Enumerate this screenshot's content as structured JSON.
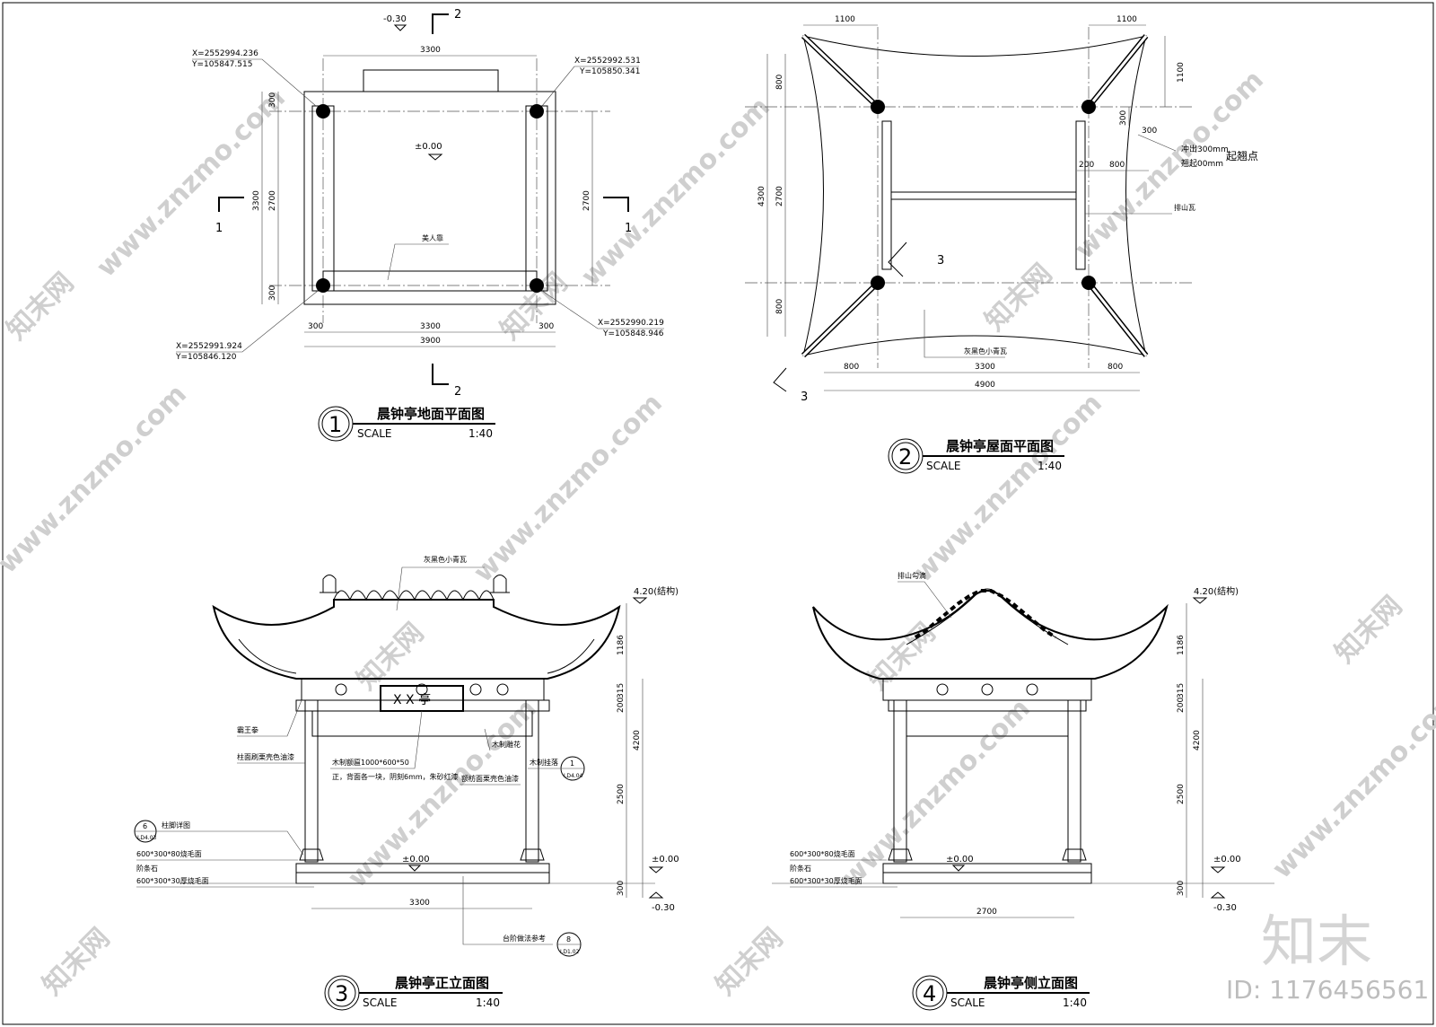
{
  "drawings": [
    {
      "number": "1",
      "title": "晨钟亭地面平面图",
      "scale_label": "SCALE",
      "scale": "1:40"
    },
    {
      "number": "2",
      "title": "晨钟亭屋面平面图",
      "scale_label": "SCALE",
      "scale": "1:40"
    },
    {
      "number": "3",
      "title": "晨钟亭正立面图",
      "scale_label": "SCALE",
      "scale": "1:40"
    },
    {
      "number": "4",
      "title": "晨钟亭侧立面图",
      "scale_label": "SCALE",
      "scale": "1:40"
    }
  ],
  "plan1": {
    "level_top": "-0.30",
    "level_center": "±0.00",
    "dim_top": "3300",
    "dims_bottom": [
      "300",
      "3300",
      "300"
    ],
    "dim_bottom_total": "3900",
    "dims_left": [
      "3300",
      "300",
      "2700",
      "300"
    ],
    "dim_right": "2700",
    "section_1": "1",
    "section_2": "2",
    "bench_label": "美人靠",
    "coords": [
      {
        "x": "X=2552994.236",
        "y": "Y=105847.515"
      },
      {
        "x": "X=2552992.531",
        "y": "Y=105850.341"
      },
      {
        "x": "X=2552991.924",
        "y": "Y=105846.120"
      },
      {
        "x": "X=2552990.219",
        "y": "Y=105848.946"
      }
    ]
  },
  "plan2": {
    "dims_top": [
      "1100",
      "1100"
    ],
    "dims_left": [
      "800",
      "4300",
      "2700",
      "800"
    ],
    "dims_right": [
      "1100",
      "300"
    ],
    "dim_300": "300",
    "dims_inner": [
      "200",
      "800"
    ],
    "dims_bottom": [
      "800",
      "3300",
      "800"
    ],
    "dim_bottom_total": "4900",
    "note_rise1": "冲出300mm",
    "note_rise2": "翘起00mm",
    "note_start": "起翘点",
    "label_gable": "排山瓦",
    "label_tile": "灰黑色小青瓦",
    "section_3": "3"
  },
  "elev3": {
    "label_roof": "灰黑色小青瓦",
    "plaque": "X X 亭",
    "label_bawang": "霸王拳",
    "label_column_paint": "柱面刷栗壳色油漆",
    "label_plaque1": "木制额匾1000*600*50",
    "label_plaque2": "正，背面各一块，阴刻6mm，朱砂红漆",
    "label_carving": "木制雕花",
    "label_frame": "木制挂落",
    "label_beam_paint": "额枋面栗壳色油漆",
    "label_foot": "柱脚详图",
    "label_stone1": "600*300*80烧毛面",
    "label_stone_step": "阶条石",
    "label_stone2": "600*300*30厚烧毛面",
    "label_step_ref": "台阶做法参考",
    "ref_1": "1",
    "ref_1_sheet": "LD4.04",
    "ref_6": "6",
    "ref_6_sheet": "LD4.03",
    "ref_8": "8",
    "ref_8_sheet": "LD1.02",
    "level_ground": "±0.00",
    "level_ground2": "±0.00",
    "level_low": "-0.30",
    "level_top": "4.20(结构)",
    "dims_v": [
      "1186",
      "315",
      "200",
      "4200",
      "2500",
      "300"
    ],
    "dim_w": "3300"
  },
  "elev4": {
    "label_ridge": "排山勾滴",
    "label_stone1": "600*300*80烧毛面",
    "label_stone_step": "阶条石",
    "label_stone2": "600*300*30厚烧毛面",
    "level_ground": "±0.00",
    "level_ground2": "±0.00",
    "level_low": "-0.30",
    "level_top": "4.20(结构)",
    "dims_v": [
      "1186",
      "315",
      "200",
      "4200",
      "2500",
      "300"
    ],
    "dim_w": "2700"
  },
  "watermark": {
    "site": "www.znzmo.com",
    "brand": "知末网",
    "logo": "知末",
    "id": "ID: 1176456561"
  }
}
